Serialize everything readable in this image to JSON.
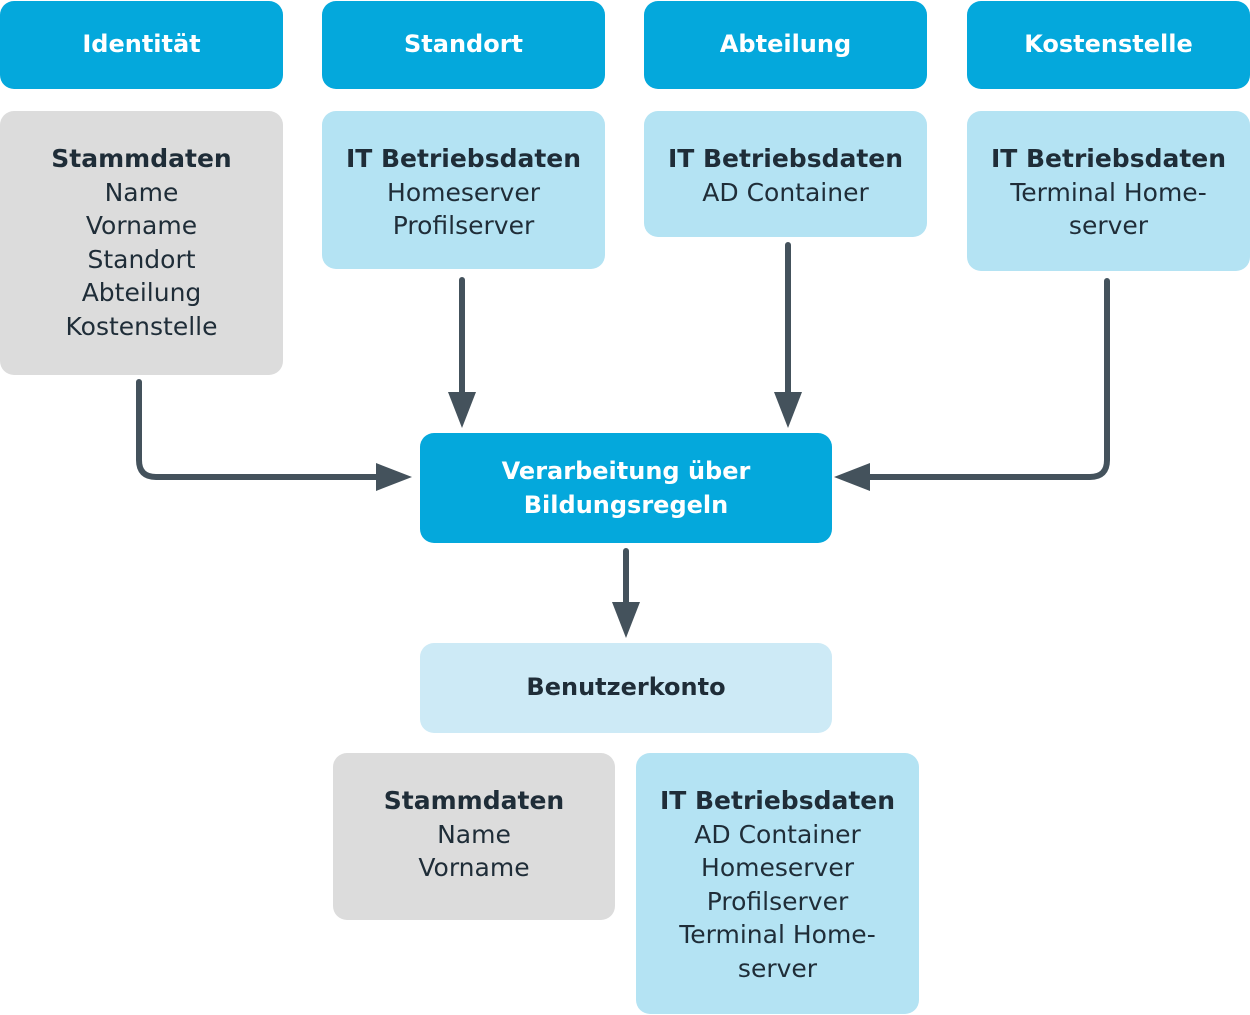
{
  "headers": {
    "identity": "Identität",
    "location": "Standort",
    "department": "Abteilung",
    "cost_center": "Kostenstelle"
  },
  "sources": {
    "identity": {
      "title": "Stammdaten",
      "items": [
        "Name",
        "Vorname",
        "Standort",
        "Abteilung",
        "Kostenstelle"
      ]
    },
    "location": {
      "title": "IT Betriebsdaten",
      "items": [
        "Homeserver",
        "Profilserver"
      ]
    },
    "department": {
      "title": "IT Betriebsdaten",
      "items": [
        "AD Container"
      ]
    },
    "cost_center": {
      "title": "IT Betriebsdaten",
      "items": [
        "Terminal Home-",
        "server"
      ]
    }
  },
  "process": {
    "line1": "Verarbeitung über",
    "line2": "Bildungsregeln"
  },
  "result": {
    "title": "Benutzerkonto",
    "master": {
      "title": "Stammdaten",
      "items": [
        "Name",
        "Vorname"
      ]
    },
    "it": {
      "title": "IT Betriebsdaten",
      "items": [
        "AD Container",
        "Homeserver",
        "Profilserver",
        "Terminal Home-",
        "server"
      ]
    }
  },
  "colors": {
    "header": "#04a8dc",
    "master_data_box": "#dcdcdc",
    "it_data_box": "#b4e3f3",
    "result_box": "#cdeaf6",
    "arrow": "#44525c"
  }
}
